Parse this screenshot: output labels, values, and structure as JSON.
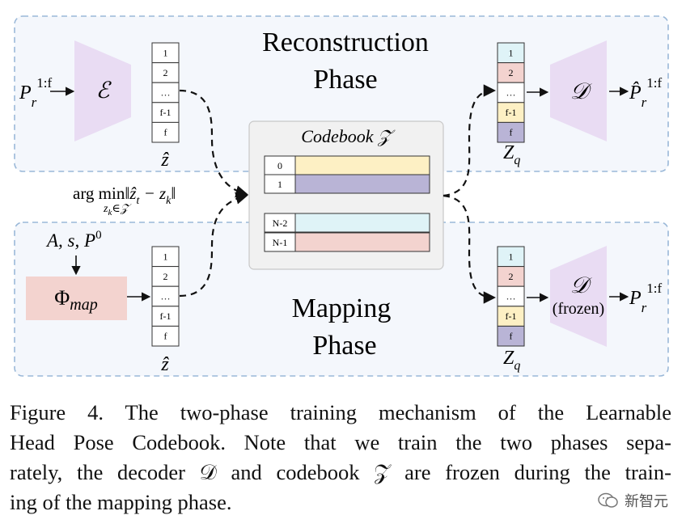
{
  "phases": {
    "reconstruction": {
      "title_line1": "Reconstruction",
      "title_line2": "Phase"
    },
    "mapping": {
      "title_line1": "Mapping",
      "title_line2": "Phase"
    }
  },
  "labels": {
    "input_pose": "P",
    "input_pose_sub": "r",
    "input_pose_sup": "1:f",
    "encoder": "ℰ",
    "decoder": "𝒟",
    "decoder_frozen_note": "(frozen)",
    "output_pose": "P̂",
    "output_pose_sub": "r",
    "output_pose_sup": "1:f",
    "mapped_pose": "P",
    "mapped_pose_sub": "r",
    "mapped_pose_sup": "1:f",
    "z_hat": "ẑ",
    "z_q": "Z",
    "z_q_sub": "q",
    "mapping_inputs": "A, s, P",
    "mapping_inputs_sup": "0",
    "phi": "Φ",
    "phi_sub": "map",
    "argmin_head": "arg min",
    "argmin_body": "‖ẑ",
    "argmin_t": "t",
    "argmin_mid": " − z",
    "argmin_k": "k",
    "argmin_end": "‖",
    "argmin_under": "z",
    "argmin_under_sub": "k",
    "argmin_under_rest": "∈𝒵"
  },
  "sequence_cells": [
    "1",
    "2",
    "…",
    "f-1",
    "f"
  ],
  "codebook": {
    "title": "Codebook 𝒵",
    "entries": [
      {
        "index": "0",
        "color": "#fdf0c4"
      },
      {
        "index": "1",
        "color": "#b9b4d6"
      },
      {
        "index": "N-2",
        "color": "#dff3f7"
      },
      {
        "index": "N-1",
        "color": "#f3d3cf"
      }
    ]
  },
  "quantized_cell_colors": [
    "#dff3f7",
    "#f3d3cf",
    "#ffffff",
    "#fdf0c4",
    "#b9b4d6"
  ],
  "colors": {
    "phase_bg": "#f4f7fc",
    "phase_border": "#9ab8d8",
    "coder_fill": "#e9dcf3",
    "phi_fill": "#f3d3cf",
    "codebook_bg": "#f1f1f1"
  },
  "caption": {
    "lines": [
      "Figure 4.  The two-phase training mechanism of the Learnable",
      "Head Pose Codebook.  Note that we train the two phases sepa-",
      "rately, the decoder 𝒟 and codebook 𝒵 are frozen during the train-",
      "ing of the mapping phase."
    ]
  },
  "watermark": "新智元"
}
